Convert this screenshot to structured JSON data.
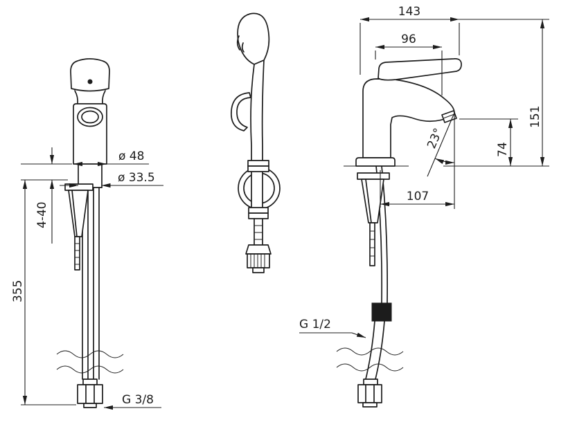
{
  "drawing": {
    "front_view": {
      "dia_body": "ø 48",
      "dia_shank": "ø 33.5",
      "deck_thickness_range": "4-40",
      "connection_height": "355",
      "supply_thread": "G 3/8"
    },
    "side_view": {
      "total_width": "143",
      "top_width": "96",
      "total_height": "151",
      "outlet_height": "74",
      "outlet_angle": "23°",
      "outlet_reach": "107",
      "hose_thread": "G 1/2"
    },
    "colors": {
      "ink": "#1c1c1c",
      "background": "#ffffff"
    }
  }
}
